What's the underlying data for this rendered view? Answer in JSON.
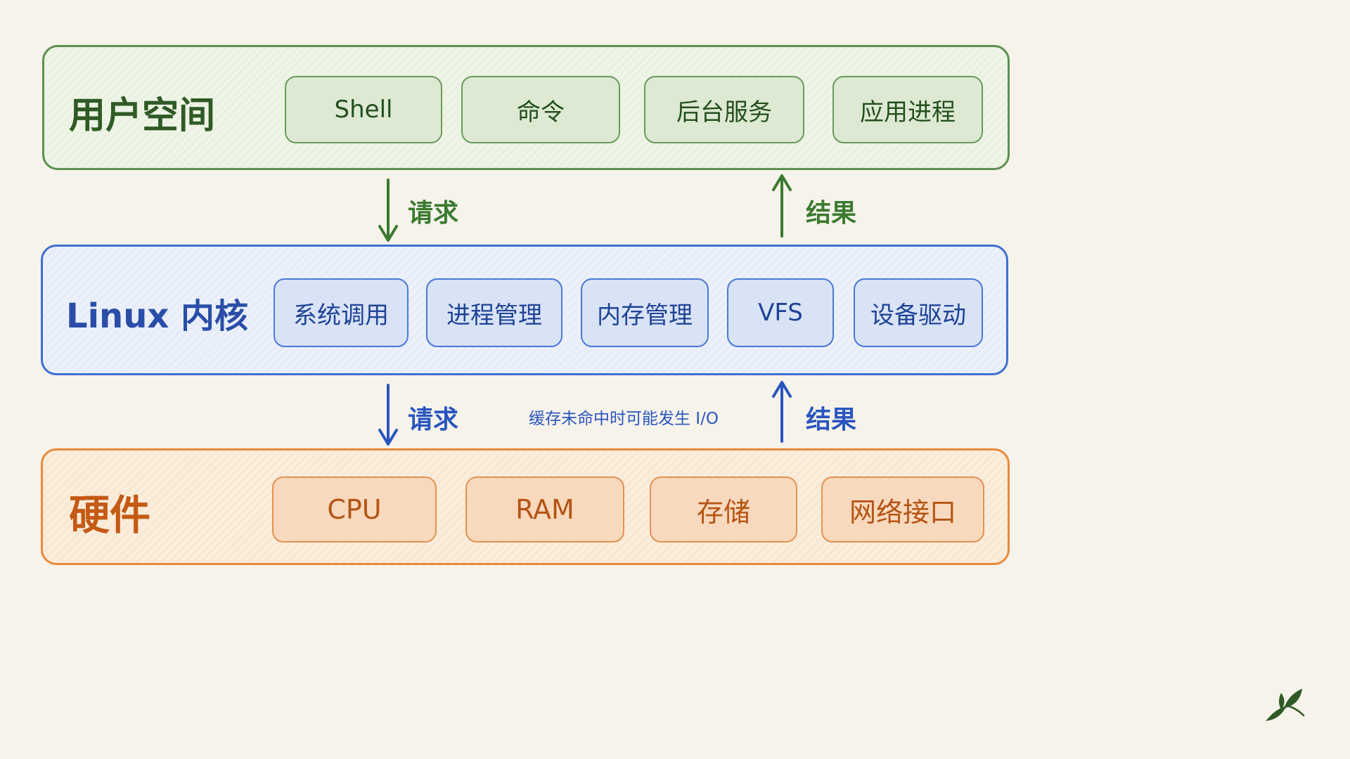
{
  "layers": {
    "user_space": {
      "title": "用户空间",
      "items": [
        "Shell",
        "命令",
        "后台服务",
        "应用进程"
      ],
      "color": "#5d9050"
    },
    "kernel": {
      "title": "Linux 内核",
      "items": [
        "系统调用",
        "进程管理",
        "内存管理",
        "VFS",
        "设备驱动"
      ],
      "color": "#3f6fd0"
    },
    "hardware": {
      "title": "硬件",
      "items": [
        "CPU",
        "RAM",
        "存储",
        "网络接口"
      ],
      "color": "#e88a3a"
    }
  },
  "flows": {
    "user_to_kernel_request": "请求",
    "kernel_to_user_result": "结果",
    "kernel_to_hw_request": "请求",
    "hw_to_kernel_result": "结果",
    "cache_note": "缓存未命中时可能发生 I/O"
  },
  "logo": {
    "icon": "leaf-bird-icon",
    "color": "#2f5a25"
  }
}
